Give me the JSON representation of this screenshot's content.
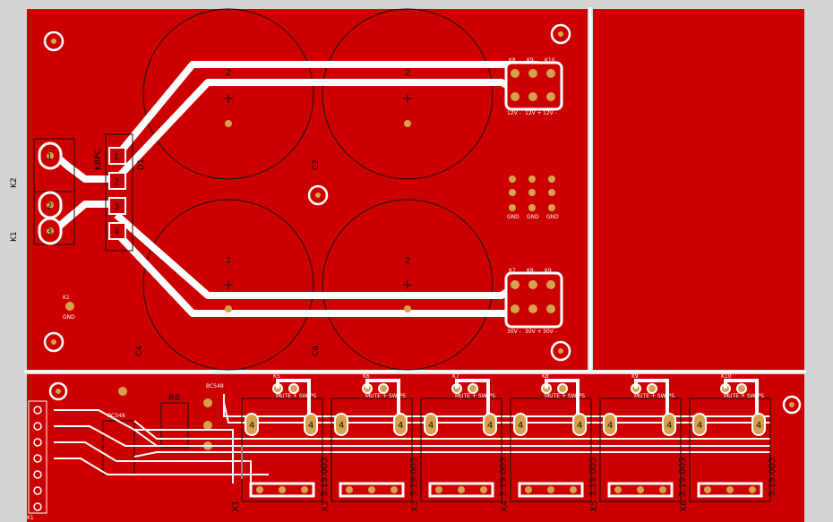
{
  "colors": {
    "copper": "#cc0000",
    "background": "#d4d4d4",
    "trace": "#ffffff",
    "pad": "#d6a24c",
    "silk": "#000000"
  },
  "upper_board": {
    "connector_labels": [
      "K2",
      "K1"
    ],
    "connector_pins": [
      "1",
      "2",
      "3"
    ],
    "bridge_label": "KBPC",
    "bridge_pins": [
      "1",
      "2",
      "3",
      "4"
    ],
    "bridge_ref": "D1",
    "capacitor_labels": [
      "C2",
      "C4",
      "C6"
    ],
    "capacitor_pin": "2",
    "fuse_labels_top": [
      "K8",
      "K9",
      "K10"
    ],
    "fuse_labels_bottom": [
      "K7",
      "K8",
      "K9"
    ],
    "voltage_labels": [
      "30V -",
      "30V +",
      "30V -"
    ],
    "voltage_labels_b": [
      "12V -",
      "12V +",
      "12V -"
    ],
    "gnd_label": "GND",
    "small_labels": [
      "K1",
      "GND"
    ]
  },
  "lower_board": {
    "resistor_labels": [
      "R6",
      "BC548",
      "BC548"
    ],
    "module_labels": [
      "K5",
      "K6",
      "K7",
      "K8",
      "K9",
      "K10"
    ],
    "module_caption": "MUTE + SW/PS",
    "module_part": "3.19.005",
    "side_labels": [
      "X1",
      "X2",
      "X3",
      "X4",
      "X5",
      "X6"
    ],
    "pad_pin": "4",
    "edge_label": "K1"
  }
}
